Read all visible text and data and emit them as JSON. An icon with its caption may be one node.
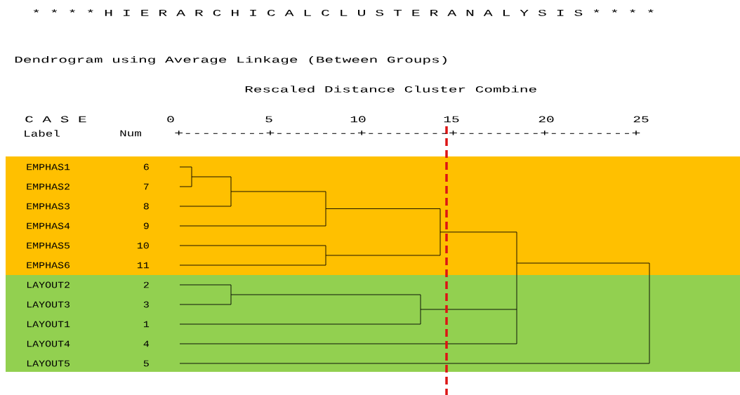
{
  "diagram": {
    "title": "* * * * H I E R A R C H I C A L   C L U S T E R   A N A L Y S I S * * * *",
    "labels": [
      "Dendrogram using Average Linkage (Between Groups)",
      "Rescaled Distance Cluster Combine",
      "C A S E",
      "0",
      "5",
      "10",
      "15",
      "20",
      "25",
      "Label",
      "Num",
      "+---------+---------+---------+---------+---------+",
      "EMPHAS1",
      "6",
      "EMPHAS2",
      "7",
      "EMPHAS3",
      "8",
      "EMPHAS4",
      "9",
      "EMPHAS5",
      "10",
      "EMPHAS6",
      "11",
      "LAYOUT2",
      "2",
      "LAYOUT3",
      "3",
      "LAYOUT1",
      "1",
      "LAYOUT4",
      "4",
      "LAYOUT5",
      "5"
    ]
  }
}
